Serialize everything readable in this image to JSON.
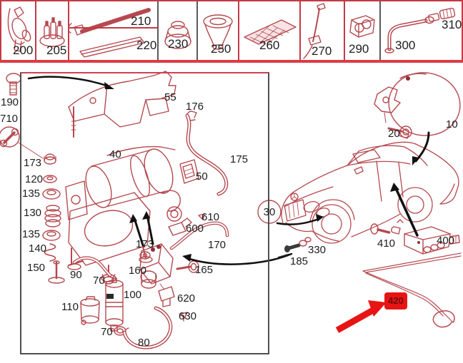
{
  "document": {
    "kind": "vehicle-parts-diagram",
    "description": "Exploded parts diagram: air supply compressor unit, mounting parts and vacuum valve with car location views"
  },
  "colors": {
    "part_outline": "#b5494f",
    "label_text": "#1d1d1d",
    "grid_red": "#c23a46",
    "grid_gray": "#5a5a5a",
    "strip_bottom_line": "#dc3b45",
    "panel_border": "#4f4f4f",
    "panel_border_top": "#cf4252",
    "highlight_red": "#e81414",
    "highlight_text": "#6d0a0a",
    "arrow_black": "#111111"
  },
  "top_strip": {
    "cells": [
      {
        "part": "200"
      },
      {
        "part": "205"
      },
      {
        "part": "210"
      },
      {
        "part": "220"
      },
      {
        "part": "230"
      },
      {
        "part": "250"
      },
      {
        "part": "260"
      },
      {
        "part": "270"
      },
      {
        "part": "290"
      },
      {
        "part": "300"
      },
      {
        "part": "310"
      }
    ]
  },
  "labels": [
    {
      "text": "200"
    },
    {
      "text": "205"
    },
    {
      "text": "210"
    },
    {
      "text": "220"
    },
    {
      "text": "230"
    },
    {
      "text": "250"
    },
    {
      "text": "260"
    },
    {
      "text": "270"
    },
    {
      "text": "290"
    },
    {
      "text": "300"
    },
    {
      "text": "310"
    },
    {
      "text": "190"
    },
    {
      "text": "710"
    },
    {
      "text": "55"
    },
    {
      "text": "176"
    },
    {
      "text": "40"
    },
    {
      "text": "50"
    },
    {
      "text": "175"
    },
    {
      "text": "173"
    },
    {
      "text": "120"
    },
    {
      "text": "135"
    },
    {
      "text": "130"
    },
    {
      "text": "135"
    },
    {
      "text": "140"
    },
    {
      "text": "150"
    },
    {
      "text": "90"
    },
    {
      "text": "70"
    },
    {
      "text": "100"
    },
    {
      "text": "110"
    },
    {
      "text": "70"
    },
    {
      "text": "80"
    },
    {
      "text": "160"
    },
    {
      "text": "165"
    },
    {
      "text": "173"
    },
    {
      "text": "170"
    },
    {
      "text": "600"
    },
    {
      "text": "610"
    },
    {
      "text": "620"
    },
    {
      "text": "630"
    },
    {
      "text": "30"
    },
    {
      "text": "10"
    },
    {
      "text": "20"
    },
    {
      "text": "410"
    },
    {
      "text": "400"
    },
    {
      "text": "330"
    },
    {
      "text": "185"
    }
  ],
  "highlight": {
    "text": "420"
  }
}
